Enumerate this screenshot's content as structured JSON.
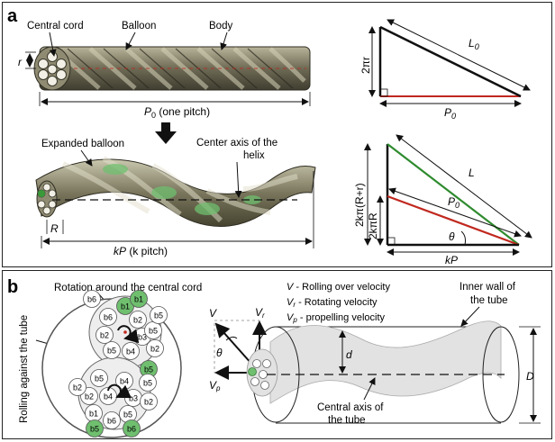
{
  "panel_a": {
    "letter": "a",
    "rope_labels": {
      "central_cord": "Central cord",
      "balloon": "Balloon",
      "body": "Body",
      "radius": "r",
      "pitch": "P",
      "pitch_sub": "0",
      "pitch_suffix": " (one pitch)"
    },
    "expanded_labels": {
      "expanded_balloon": "Expanded balloon",
      "center_axis_line1": "Center axis of the",
      "center_axis_line2": "helix",
      "radius": "R",
      "kpitch_italic": "kP",
      "kpitch_paren": " (k pitch)"
    },
    "triangle_top": {
      "height": "2πr",
      "hyp": "L",
      "hyp_sub": "0",
      "base": "P",
      "base_sub": "0"
    },
    "triangle_bottom": {
      "outer_height": "2kπ(R+r)",
      "inner_height": "2kπR",
      "hyp_outer": "L",
      "hyp_inner": "P",
      "hyp_inner_sub": "0",
      "angle": "θ",
      "base": "kP"
    }
  },
  "panel_b": {
    "letter": "b",
    "rotation_label": "Rotation around the central cord",
    "rolling_label": "Rolling against the tube",
    "balloon_ids": [
      "b1",
      "b2",
      "b3",
      "b4",
      "b5",
      "b6"
    ],
    "velocity_legend": [
      {
        "sym": "V",
        "sub": "",
        "text": " - Rolling over velocity"
      },
      {
        "sym": "V",
        "sub": "r",
        "text": " - Rotating  velocity"
      },
      {
        "sym": "V",
        "sub": "p",
        "text": " - propelling  velocity"
      }
    ],
    "vectors": {
      "v": "V",
      "vr": "V",
      "vr_sub": "r",
      "vp": "V",
      "vp_sub": "p",
      "theta": "θ"
    },
    "tube_labels": {
      "inner_wall_line1": "Inner wall of",
      "inner_wall_line2": "the tube",
      "central_axis_line1": "Central axis of",
      "central_axis_line2": "the tube",
      "d": "d",
      "D": "D"
    }
  },
  "colors": {
    "cord_red": "#c0281e",
    "green_line": "#2e8b2e",
    "balloon_green": "#6fbf6f",
    "rope_gray": "#6e6a55"
  }
}
